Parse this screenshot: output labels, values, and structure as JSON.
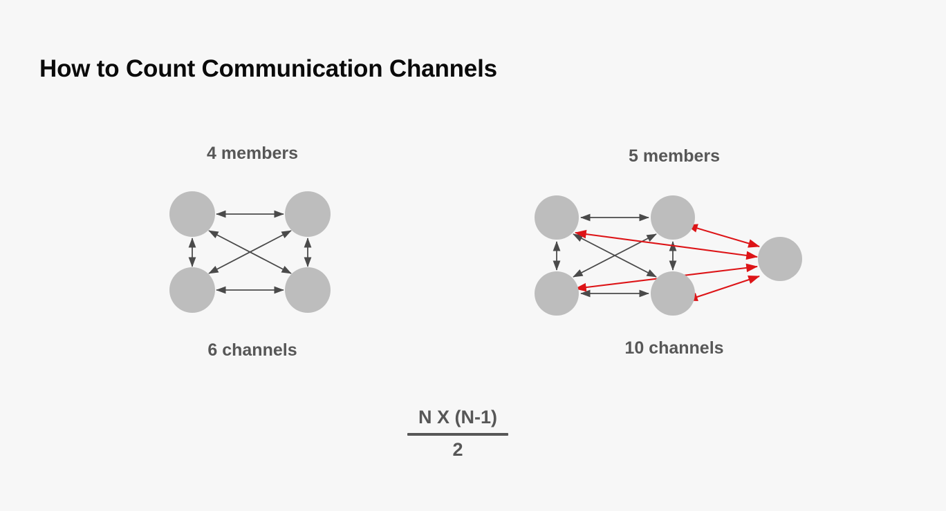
{
  "slide": {
    "title": "How to Count Communication Channels",
    "background_color": "#f7f7f7",
    "title_color": "#0a0a0a",
    "label_color": "#575757",
    "node_color": "#bdbdbd",
    "edge_color": "#4a4a4a",
    "highlight_edge_color": "#dd1417"
  },
  "panels": [
    {
      "id": "four-members",
      "members_label": "4 members",
      "channels_label": "6 channels",
      "member_count": 4,
      "channel_count": 6
    },
    {
      "id": "five-members",
      "members_label": "5 members",
      "channels_label": "10 channels",
      "member_count": 5,
      "channel_count": 10
    }
  ],
  "formula": {
    "numerator": "N X (N-1)",
    "denominator": "2"
  }
}
